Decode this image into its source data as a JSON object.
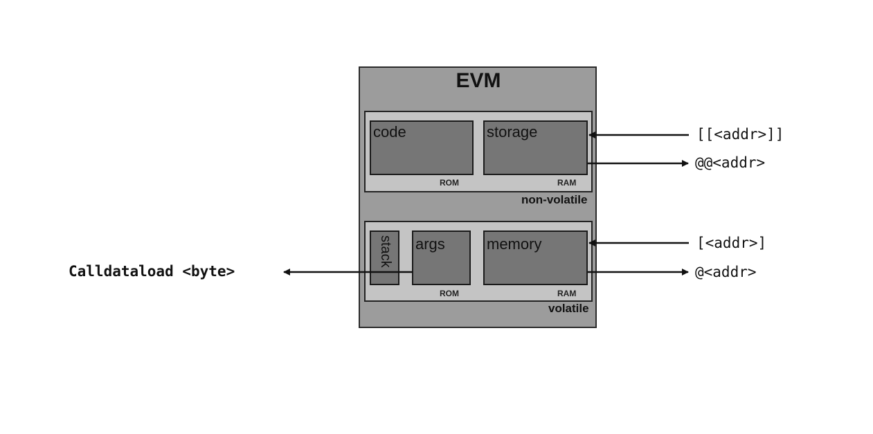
{
  "diagram": {
    "title": "EVM",
    "groups": [
      {
        "label": "non-volatile",
        "cells": [
          {
            "name": "code",
            "type": "ROM"
          },
          {
            "name": "storage",
            "type": "RAM"
          }
        ]
      },
      {
        "label": "volatile",
        "cells": [
          {
            "name": "stack",
            "type": ""
          },
          {
            "name": "args",
            "type": "ROM"
          },
          {
            "name": "memory",
            "type": "RAM"
          }
        ]
      }
    ],
    "connections": [
      {
        "label": "[[<addr>]]",
        "target": "storage",
        "direction": "in"
      },
      {
        "label": "@@<addr>",
        "target": "storage",
        "direction": "out"
      },
      {
        "label": "[<addr>]",
        "target": "memory",
        "direction": "in"
      },
      {
        "label": "@<addr>",
        "target": "memory",
        "direction": "out"
      },
      {
        "label": "Calldataload <byte>",
        "target": "args",
        "direction": "out"
      }
    ]
  }
}
